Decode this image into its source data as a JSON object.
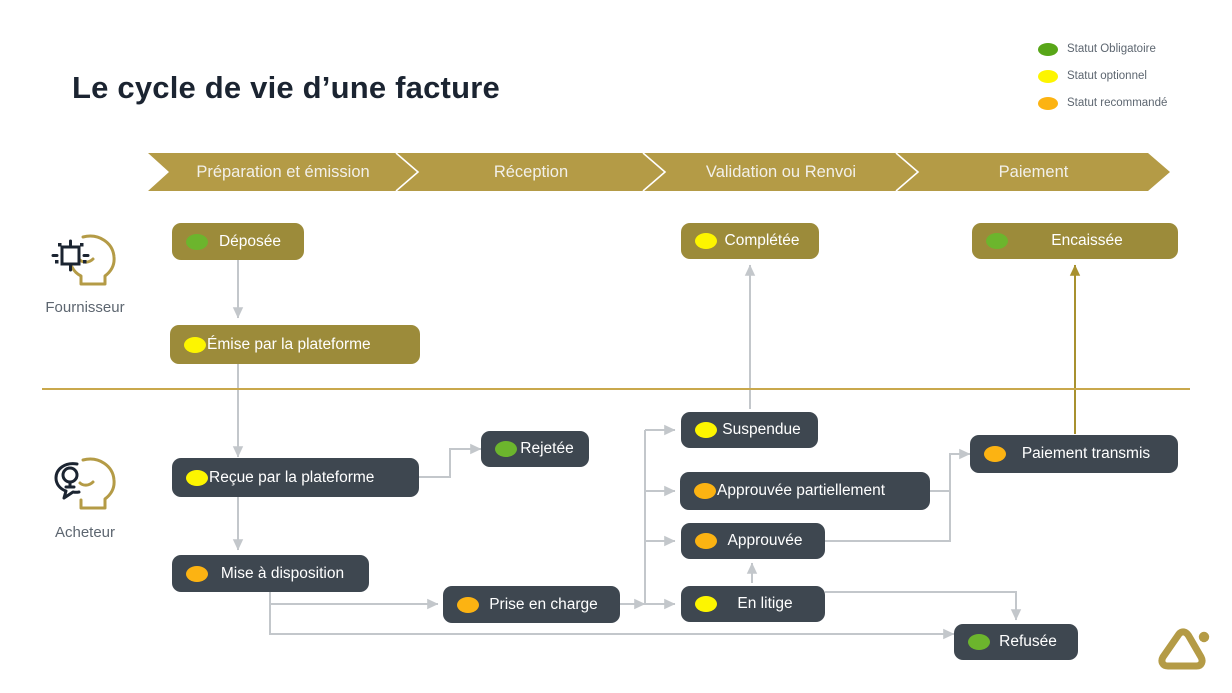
{
  "page": {
    "title": "Le cycle de vie d’une facture",
    "background": "#ffffff"
  },
  "colors": {
    "gold": "#b49b46",
    "gold_line": "#c9a84c",
    "olive_box": "#9c8b3a",
    "slate_box": "#3e4750",
    "green": "#6cb52d",
    "yellow": "#fdf500",
    "orange": "#fcb312",
    "connector": "#c3c7cb",
    "title_text": "#1b2431",
    "muted_text": "#5d6670"
  },
  "legend": {
    "items": [
      {
        "label": "Statut Obligatoire",
        "color": "#58a618",
        "status": "obligatoire"
      },
      {
        "label": "Statut optionnel",
        "color": "#fdf500",
        "status": "optionnel"
      },
      {
        "label": "Statut recommandé",
        "color": "#fcb312",
        "status": "recommande"
      }
    ]
  },
  "phases": [
    {
      "label": "Préparation et émission"
    },
    {
      "label": "Réception"
    },
    {
      "label": "Validation ou Renvoi"
    },
    {
      "label": "Paiement"
    }
  ],
  "personas": [
    {
      "label": "Fournisseur",
      "icon": "head-profile-gear-icon"
    },
    {
      "label": "Acheteur",
      "icon": "head-profile-lightbulb-icon"
    }
  ],
  "nodes": [
    {
      "id": "deposee",
      "label": "Déposée",
      "dot": "green",
      "style": "olive",
      "lane": "fournisseur"
    },
    {
      "id": "emise",
      "label": "Émise par la plateforme",
      "dot": "yellow",
      "style": "olive",
      "lane": "fournisseur"
    },
    {
      "id": "completee",
      "label": "Complétée",
      "dot": "yellow",
      "style": "olive",
      "lane": "fournisseur"
    },
    {
      "id": "encaissee",
      "label": "Encaissée",
      "dot": "green",
      "style": "olive",
      "lane": "fournisseur"
    },
    {
      "id": "recue",
      "label": "Reçue par la plateforme",
      "dot": "yellow",
      "style": "slate",
      "lane": "acheteur"
    },
    {
      "id": "rejetee",
      "label": "Rejetée",
      "dot": "green",
      "style": "slate",
      "lane": "acheteur"
    },
    {
      "id": "mise",
      "label": "Mise à disposition",
      "dot": "orange",
      "style": "slate",
      "lane": "acheteur"
    },
    {
      "id": "prise",
      "label": "Prise en charge",
      "dot": "orange",
      "style": "slate",
      "lane": "acheteur"
    },
    {
      "id": "suspendue",
      "label": "Suspendue",
      "dot": "yellow",
      "style": "slate",
      "lane": "acheteur"
    },
    {
      "id": "partiellement",
      "label": "Approuvée partiellement",
      "dot": "orange",
      "style": "slate",
      "lane": "acheteur"
    },
    {
      "id": "approuvee",
      "label": "Approuvée",
      "dot": "orange",
      "style": "slate",
      "lane": "acheteur"
    },
    {
      "id": "litige",
      "label": "En litige",
      "dot": "yellow",
      "style": "slate",
      "lane": "acheteur"
    },
    {
      "id": "transmis",
      "label": "Paiement transmis",
      "dot": "orange",
      "style": "slate",
      "lane": "acheteur"
    },
    {
      "id": "refusee",
      "label": "Refusée",
      "dot": "green",
      "style": "slate",
      "lane": "acheteur"
    }
  ],
  "flows": [
    {
      "from": "deposee",
      "to": "emise"
    },
    {
      "from": "emise",
      "to": "recue"
    },
    {
      "from": "recue",
      "to": "rejetee"
    },
    {
      "from": "recue",
      "to": "mise"
    },
    {
      "from": "mise",
      "to": "prise"
    },
    {
      "from": "mise",
      "to": "refusee"
    },
    {
      "from": "prise",
      "to": "suspendue"
    },
    {
      "from": "prise",
      "to": "partiellement"
    },
    {
      "from": "prise",
      "to": "approuvee"
    },
    {
      "from": "prise",
      "to": "litige"
    },
    {
      "from": "litige",
      "to": "approuvee"
    },
    {
      "from": "litige",
      "to": "refusee"
    },
    {
      "from": "suspendue",
      "to": "completee"
    },
    {
      "from": "partiellement",
      "to": "transmis"
    },
    {
      "from": "approuvee",
      "to": "transmis"
    },
    {
      "from": "transmis",
      "to": "encaissee",
      "color": "gold"
    }
  ],
  "logo": {
    "name": "rounded-triangle-logo",
    "color": "#b49b46"
  }
}
